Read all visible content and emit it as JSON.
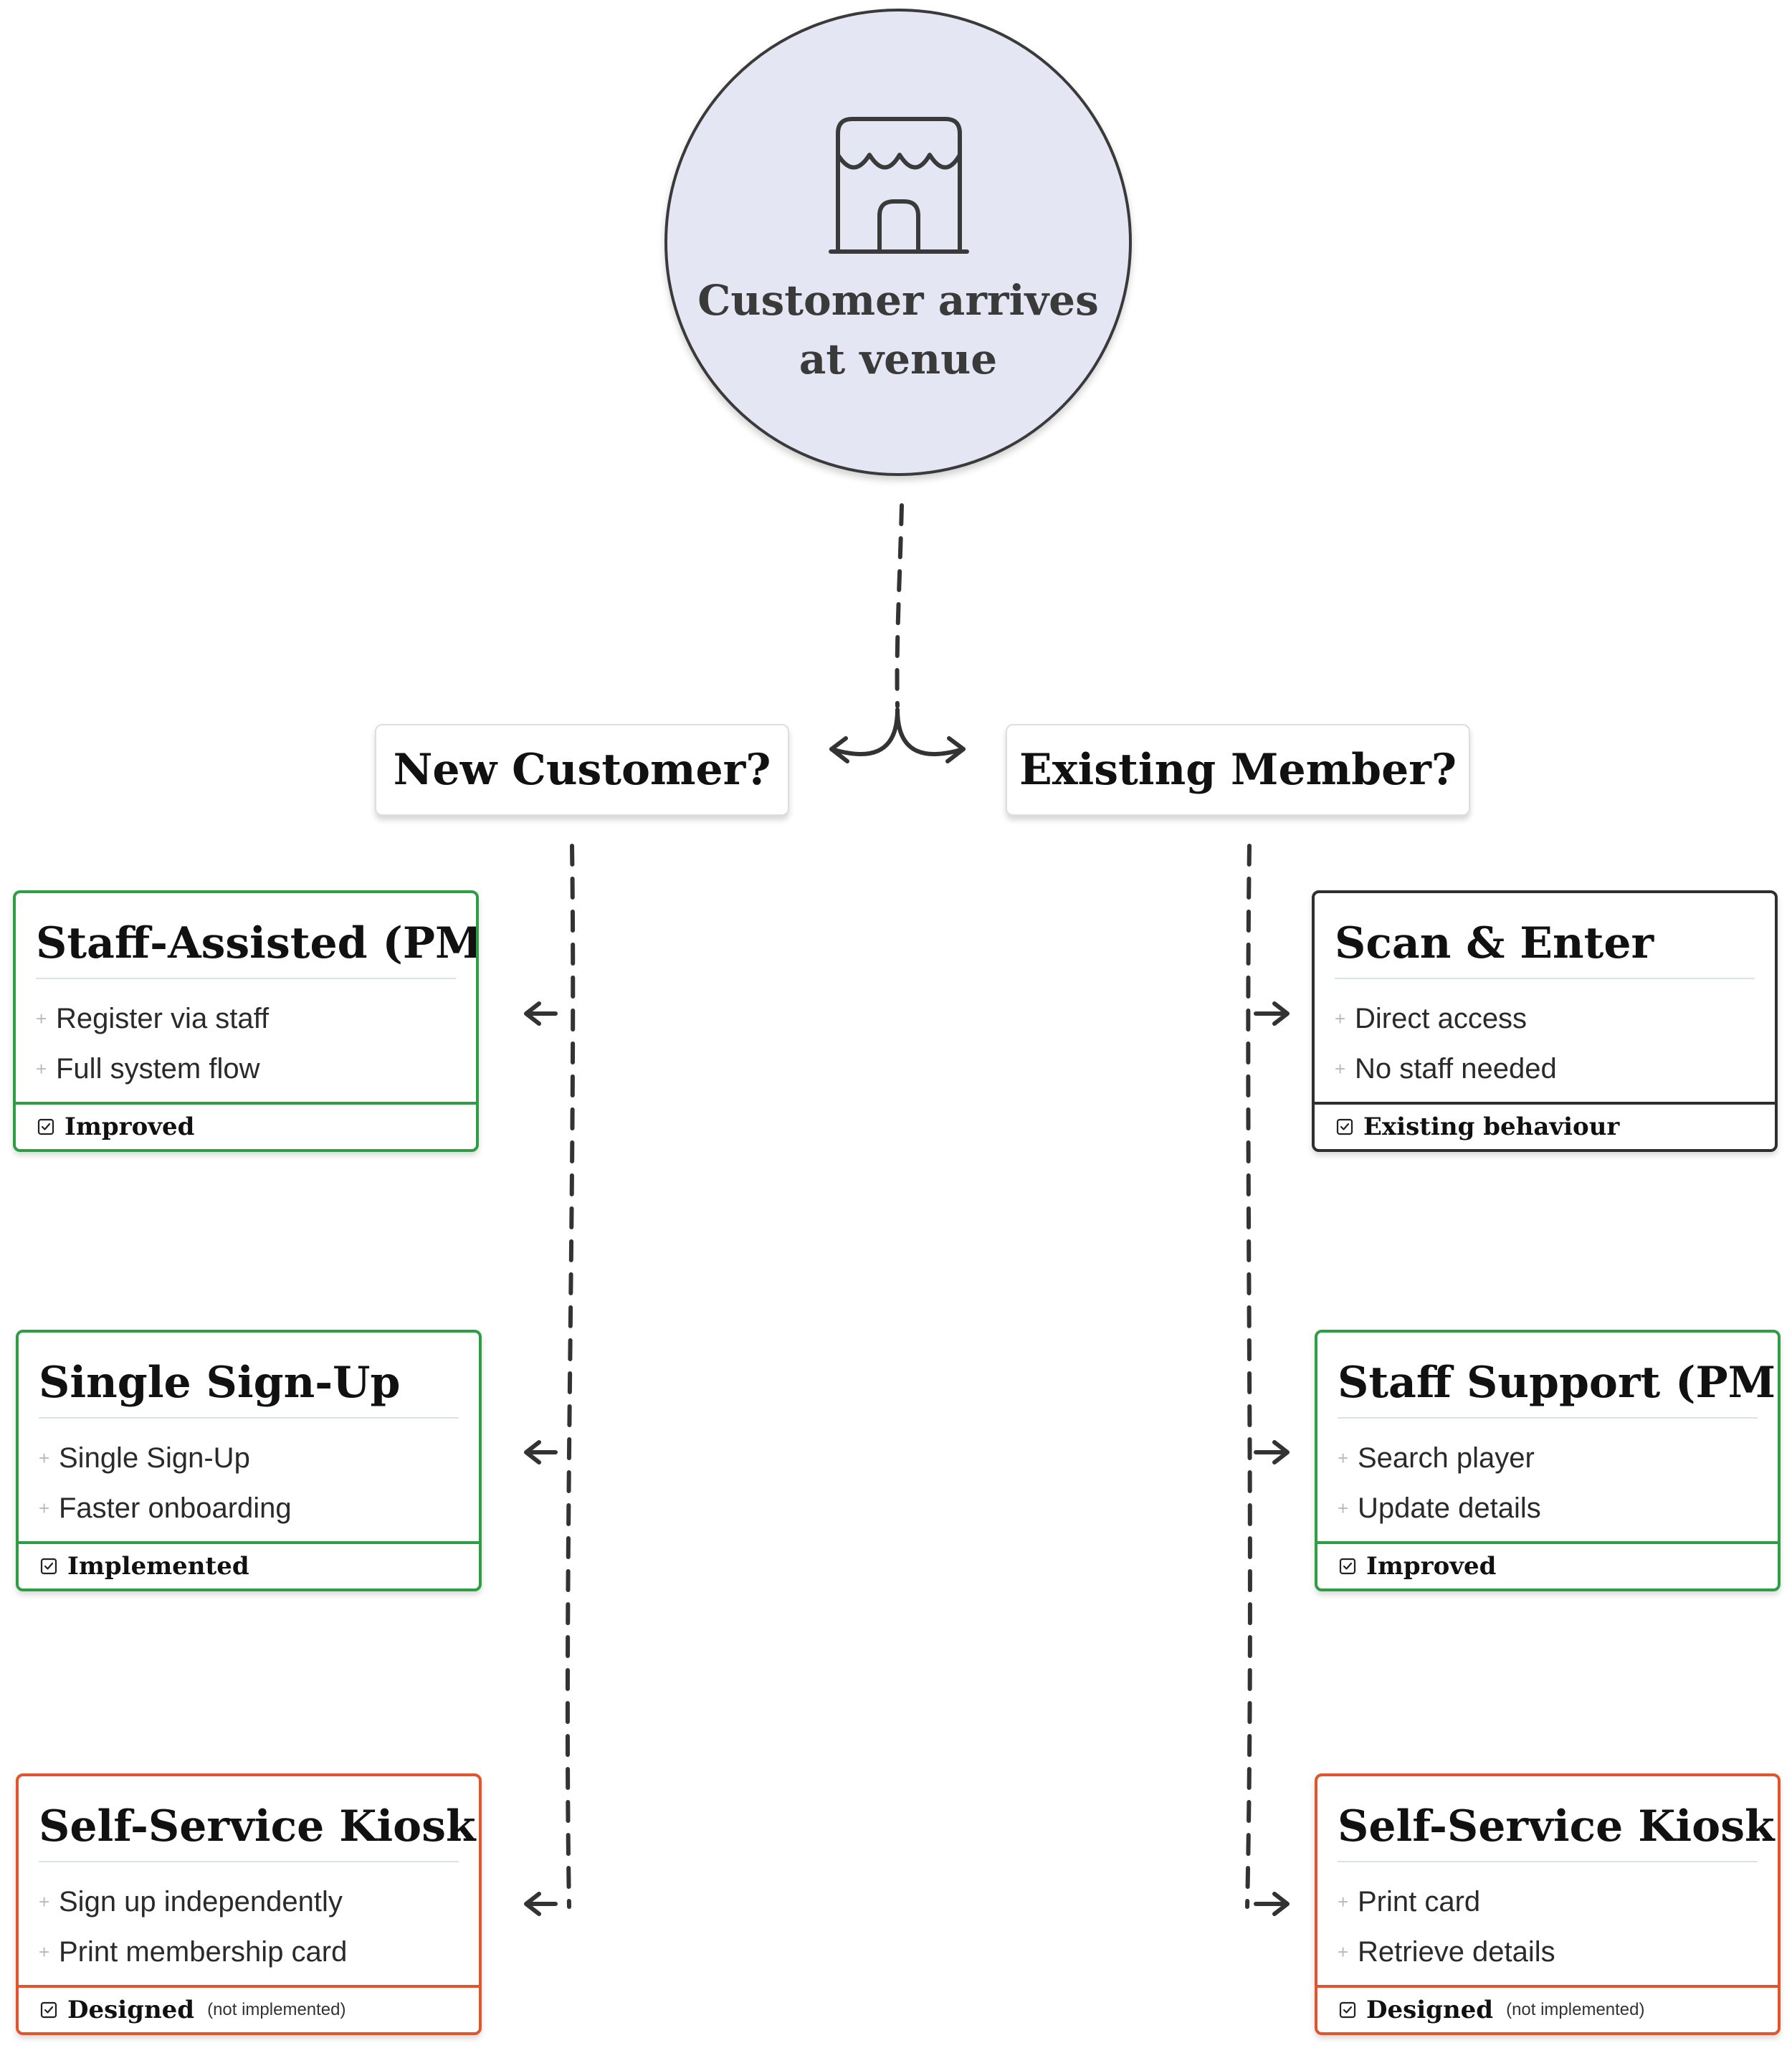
{
  "start": {
    "title": "Customer arrives\nat venue",
    "icon": "store-icon"
  },
  "decisions": {
    "new_customer": "New Customer?",
    "existing_member": "Existing Member?"
  },
  "new_customer_paths": [
    {
      "title": "Staff-Assisted (PMS)",
      "items": [
        "Register via staff",
        "Full system flow"
      ],
      "status": "Improved",
      "note": "",
      "status_color": "#2e9e44"
    },
    {
      "title": "Single Sign-Up",
      "items": [
        "Single Sign-Up",
        "Faster onboarding"
      ],
      "status": "Implemented",
      "note": "",
      "status_color": "#2e9e44"
    },
    {
      "title": "Self-Service Kiosk",
      "items": [
        "Sign up independently",
        "Print membership card"
      ],
      "status": "Designed",
      "note": "(not implemented)",
      "status_color": "#e2542b"
    }
  ],
  "existing_member_paths": [
    {
      "title": "Scan & Enter",
      "items": [
        "Direct access",
        "No staff needed"
      ],
      "status": "Existing behaviour",
      "note": "",
      "status_color": "#2f2f2f"
    },
    {
      "title": "Staff Support (PMS)",
      "items": [
        "Search player",
        "Update details"
      ],
      "status": "Improved",
      "note": "",
      "status_color": "#2e9e44"
    },
    {
      "title": "Self-Service Kiosk",
      "items": [
        "Print card",
        "Retrieve details"
      ],
      "status": "Designed",
      "note": "(not implemented)",
      "status_color": "#e2542b"
    }
  ]
}
